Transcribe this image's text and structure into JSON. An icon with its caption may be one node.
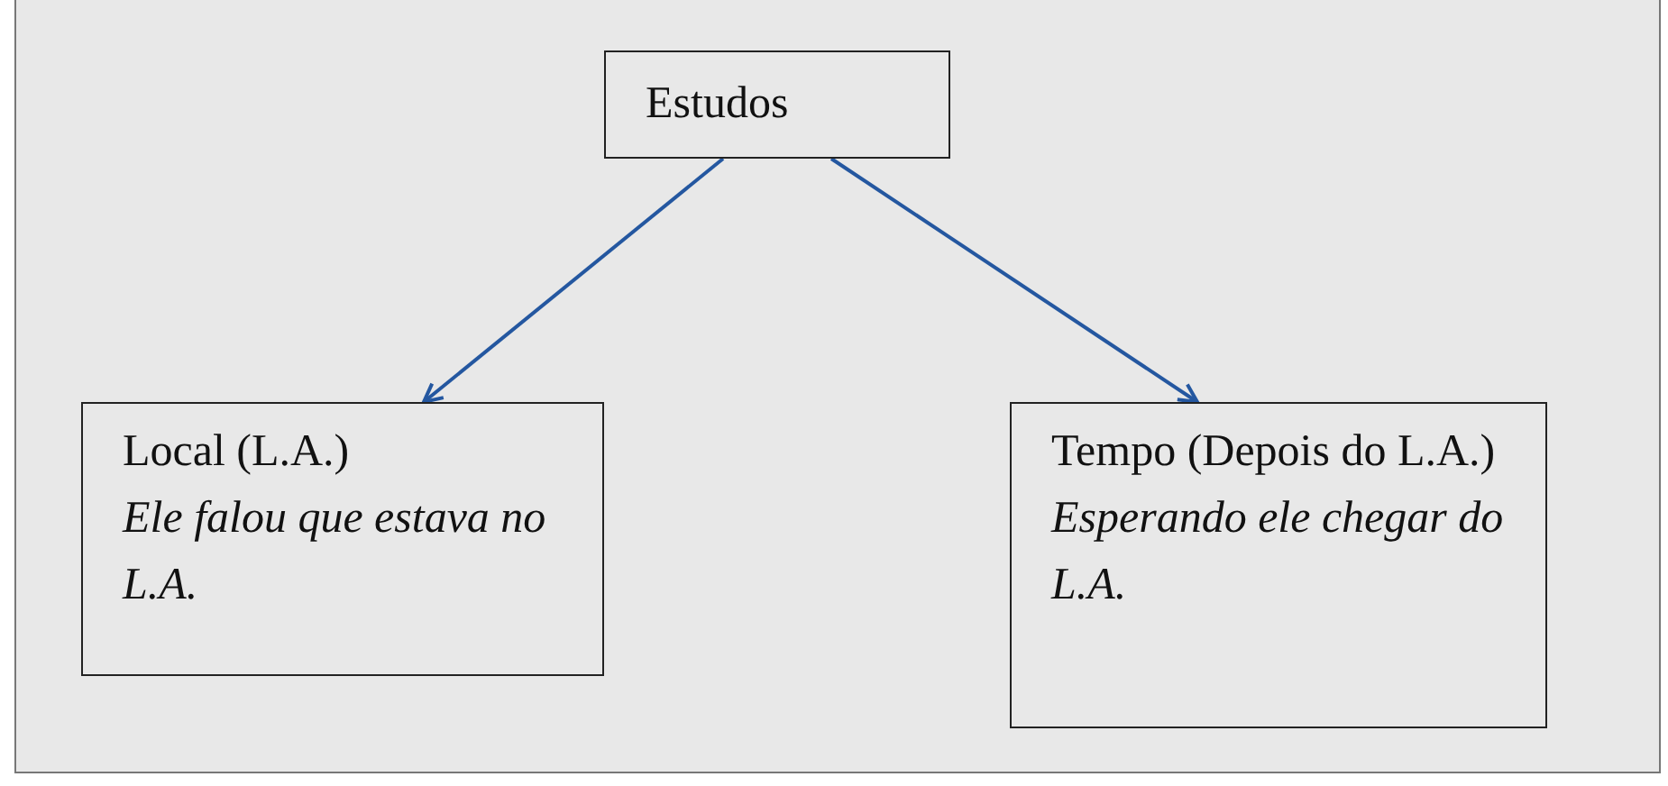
{
  "diagram": {
    "nodes": [
      {
        "text": [
          "Estudos"
        ]
      },
      {
        "text": [
          "Local (L.A.)",
          "Ele falou que estava no L.A."
        ]
      },
      {
        "text": [
          "Tempo (Depois do L.A.)",
          "Esperando ele chegar do L.A."
        ]
      }
    ],
    "edges": [
      {
        "from": 0,
        "to": 1,
        "arrow": "to"
      },
      {
        "from": 0,
        "to": 2,
        "arrow": "to"
      }
    ]
  }
}
